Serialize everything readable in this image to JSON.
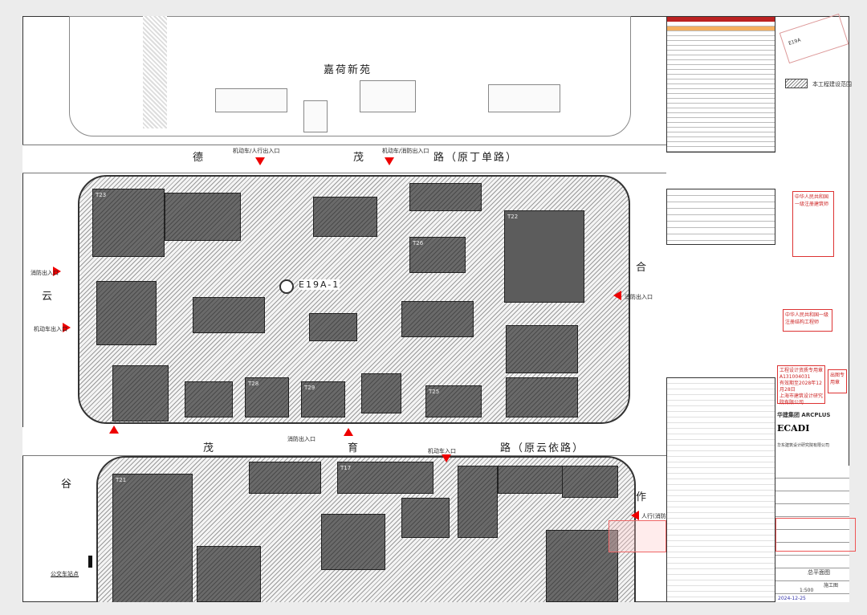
{
  "site": {
    "neighbor_name": "嘉荷新苑",
    "plot_id": "E19A-1",
    "roads": {
      "north": [
        "德",
        "茂",
        "路（原丁单路）"
      ],
      "south": [
        "茂",
        "育",
        "路（原云依路）"
      ],
      "west": [
        "云",
        "谷"
      ],
      "east": [
        "合",
        "作"
      ]
    },
    "entrances": [
      "机动车/人行出入口",
      "机动车/消防出入口",
      "消防出入口",
      "机动车出入口",
      "消防出入口",
      "消防出入口",
      "机动车入口",
      "人行(消防)"
    ],
    "bus_stop": "公交车站点",
    "buildings": [
      "T23",
      "T26",
      "T22",
      "T21",
      "T25",
      "T28",
      "T29",
      "T17"
    ]
  },
  "legend": {
    "key_plan_label": "E19A",
    "hatch_label": "本工程建设范围"
  },
  "stamps": {
    "registered_architect": "中华人民共和国一级注册建筑师",
    "structural_engineer": "中华人民共和国一级注册结构工程师",
    "qualification": "工程设计资质专用章",
    "qualification_no": "A131004031",
    "valid_until": "有效期至2028年12月28日",
    "company_stamp": "上海市建筑设计研究院有限公司",
    "review": "出图专用章"
  },
  "company": {
    "group": "华建集团 ARCPLUS",
    "logo": "ECADI",
    "name": "华东建筑设计研究院有限公司"
  },
  "title_block": {
    "drawing_title": "总平面图",
    "stage": "施工图",
    "scale": "1:500",
    "date": "2024-12-25"
  }
}
